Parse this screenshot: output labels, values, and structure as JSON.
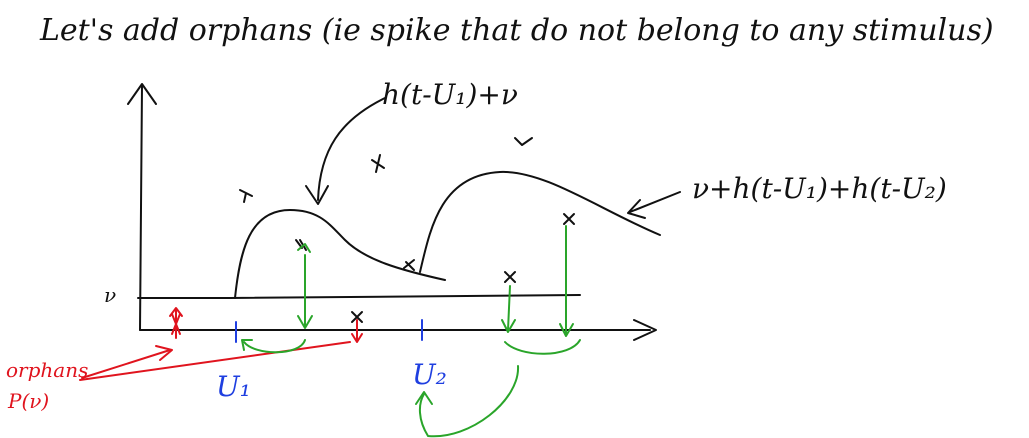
{
  "title": "Let's add orphans (ie spike that do not belong to any stimulus)",
  "curve_label_1": "h(t-U₁)+ν",
  "curve_label_2": "ν+h(t-U₁)+h(t-U₂)",
  "baseline_label": "ν",
  "orphans_label": "orphans",
  "orphans_dist_label": "P(ν)",
  "stimulus_1_label": "U₁",
  "stimulus_2_label": "U₂",
  "colors": {
    "ink": "#111111",
    "orphans": "#e0141e",
    "stimulus": "#1f3fe0",
    "assignment": "#2aa52a"
  }
}
